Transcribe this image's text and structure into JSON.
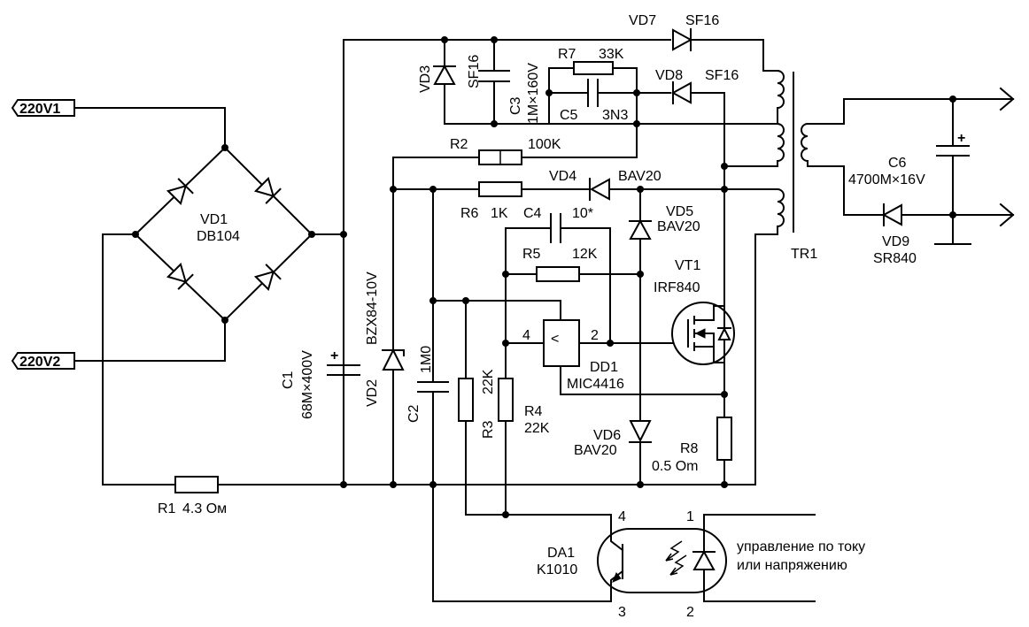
{
  "inputs": {
    "v1": "220V1",
    "v2": "220V2"
  },
  "vd1": {
    "ref": "VD1",
    "part": "DB104"
  },
  "r1": {
    "ref": "R1",
    "value": "4.3 Ом"
  },
  "c1": {
    "ref": "C1",
    "value": "68M×400V",
    "plus": "+"
  },
  "vd2": {
    "ref": "VD2",
    "part": "BZX84-10V"
  },
  "c2": {
    "ref": "C2",
    "value": "1M0"
  },
  "vd3": {
    "ref": "VD3",
    "part": "SF16"
  },
  "c3": {
    "ref": "C3",
    "value": "1M×160V"
  },
  "r7": {
    "ref": "R7",
    "value": "33K"
  },
  "c5": {
    "ref": "C5",
    "value": "3N3"
  },
  "vd7": {
    "ref": "VD7",
    "part": "SF16"
  },
  "vd8": {
    "ref": "VD8",
    "part": "SF16"
  },
  "r2": {
    "ref": "R2",
    "value": "100K"
  },
  "vd4": {
    "ref": "VD4",
    "part": "BAV20"
  },
  "r6": {
    "ref": "R6",
    "value": "1K"
  },
  "c4": {
    "ref": "C4",
    "value": "10*"
  },
  "vd5": {
    "ref": "VD5",
    "part": "BAV20"
  },
  "r5": {
    "ref": "R5",
    "value": "12K"
  },
  "vt1": {
    "ref": "VT1",
    "part": "IRF840"
  },
  "dd1": {
    "ref": "DD1",
    "part": "MIC4416",
    "pin_in": "4",
    "pin_out": "2",
    "symbol": "<"
  },
  "r3": {
    "ref": "R3",
    "value": "22K"
  },
  "r4": {
    "ref": "R4",
    "value": "22K"
  },
  "vd6": {
    "ref": "VD6",
    "part": "BAV20"
  },
  "r8": {
    "ref": "R8",
    "value": "0.5 Om"
  },
  "tr1": {
    "ref": "TR1"
  },
  "c6": {
    "ref": "C6",
    "value": "4700M×16V",
    "plus": "+"
  },
  "vd9": {
    "ref": "VD9",
    "part": "SR840"
  },
  "da1": {
    "ref": "DA1",
    "part": "K1010",
    "pin1": "1",
    "pin2": "2",
    "pin3": "3",
    "pin4": "4"
  },
  "note": {
    "line1": "управление по току",
    "line2": "или напряжению"
  }
}
